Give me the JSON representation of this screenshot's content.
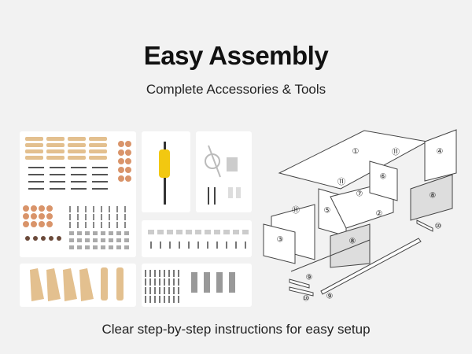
{
  "title": "Easy Assembly",
  "subtitle": "Complete Accessories & Tools",
  "footer": "Clear step-by-step instructions for easy setup",
  "colors": {
    "background": "#f2f2f2",
    "wood": "#e3c08f",
    "handle": "#f2c811"
  },
  "diagram": {
    "part_labels": [
      "①",
      "⑪",
      "④",
      "⑥",
      "⑪",
      "⑦",
      "⑪",
      "⑤",
      "②",
      "⑧",
      "⑩",
      "③",
      "⑧",
      "⑨",
      "⑩",
      "⑨"
    ]
  },
  "panels": [
    "dowels-cams-bolts",
    "screwdriver",
    "cable-tie-screws",
    "shelf-clips",
    "legs",
    "screws-bolts"
  ]
}
